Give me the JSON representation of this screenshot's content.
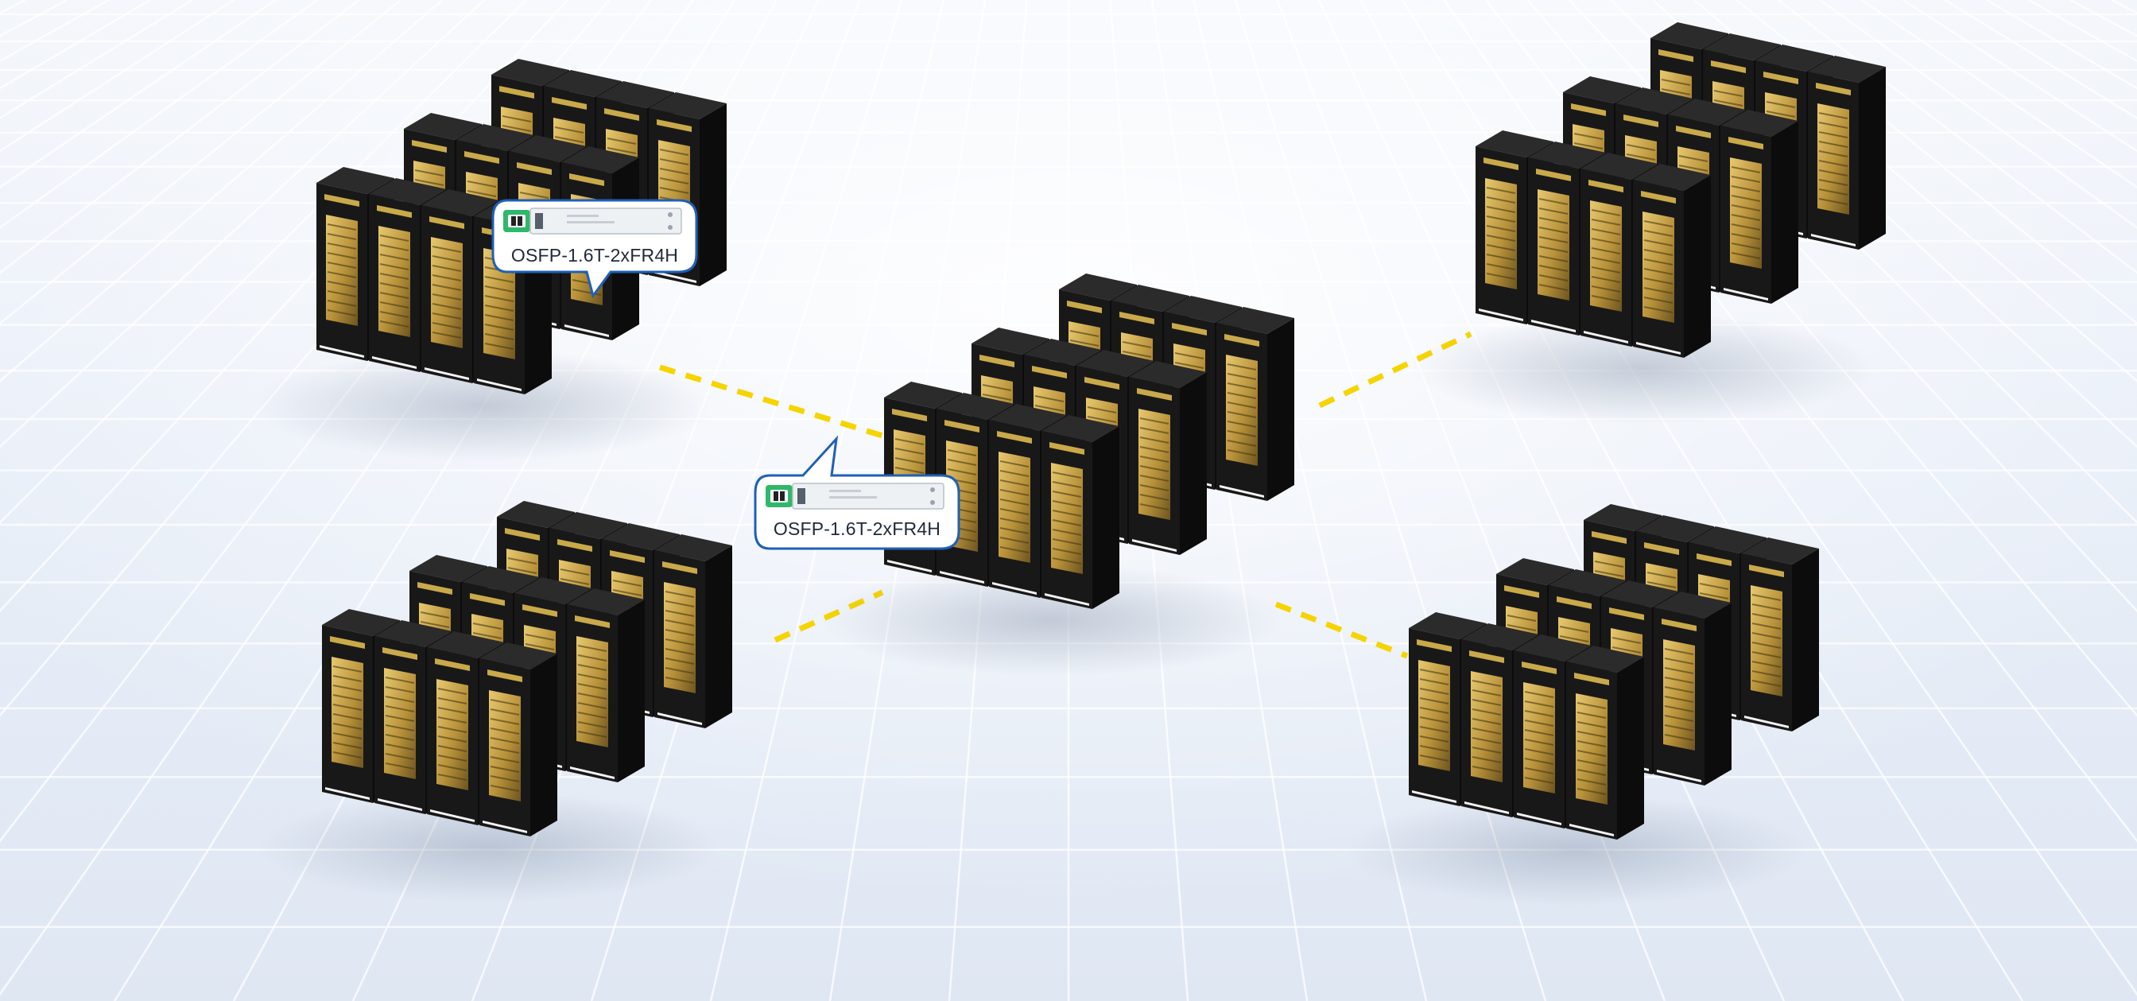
{
  "diagram": {
    "central_cluster": "cluster-center",
    "clusters": [
      "top-left",
      "bottom-left",
      "center",
      "top-right",
      "bottom-right"
    ],
    "links": [
      {
        "from": "top-left",
        "to": "center"
      },
      {
        "from": "bottom-left",
        "to": "center"
      },
      {
        "from": "center",
        "to": "top-right"
      },
      {
        "from": "center",
        "to": "bottom-right"
      }
    ],
    "link_style": {
      "color": "#f5d400",
      "dashed": true
    },
    "callouts": [
      {
        "label": "OSFP-1.6T-2xFR4H",
        "icon": "osfp-transceiver-icon"
      },
      {
        "label": "OSFP-1.6T-2xFR4H",
        "icon": "osfp-transceiver-icon"
      }
    ]
  },
  "colors": {
    "floor": "#e8eef8",
    "grid_line": "#ffffff",
    "rack_body": "#141414",
    "rack_panel": "#c9a94a",
    "callout_border": "#1f5fb8",
    "transceiver_accent": "#2fb86a"
  }
}
